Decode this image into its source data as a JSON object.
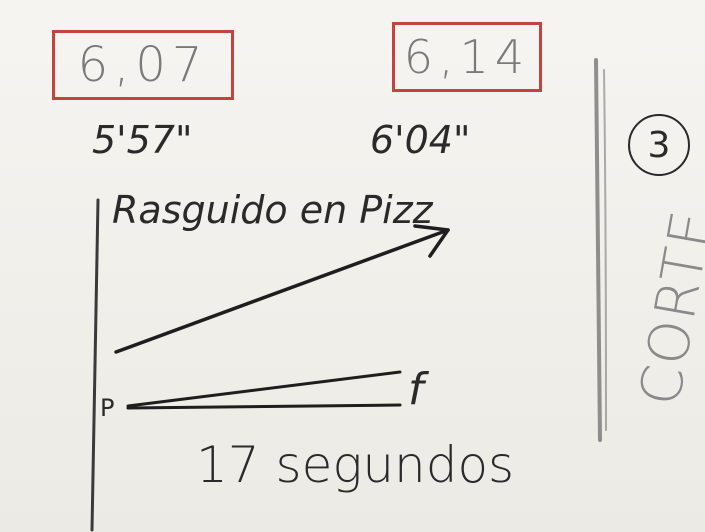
{
  "note": {
    "box_left_value": "6,07",
    "box_right_value": "6,14",
    "time_left": "5'57\"",
    "time_right": "6'04\"",
    "circled_number": "3",
    "heading": "Rasguido en Pizz",
    "label_start": "P",
    "label_end": "f",
    "duration": "17 segundos",
    "side_label": "CORTE"
  },
  "colors": {
    "paper": "#f1efe9",
    "ink": "#2a2a2a",
    "red_box": "#c4443d",
    "pencil": "#8a8a8a"
  }
}
